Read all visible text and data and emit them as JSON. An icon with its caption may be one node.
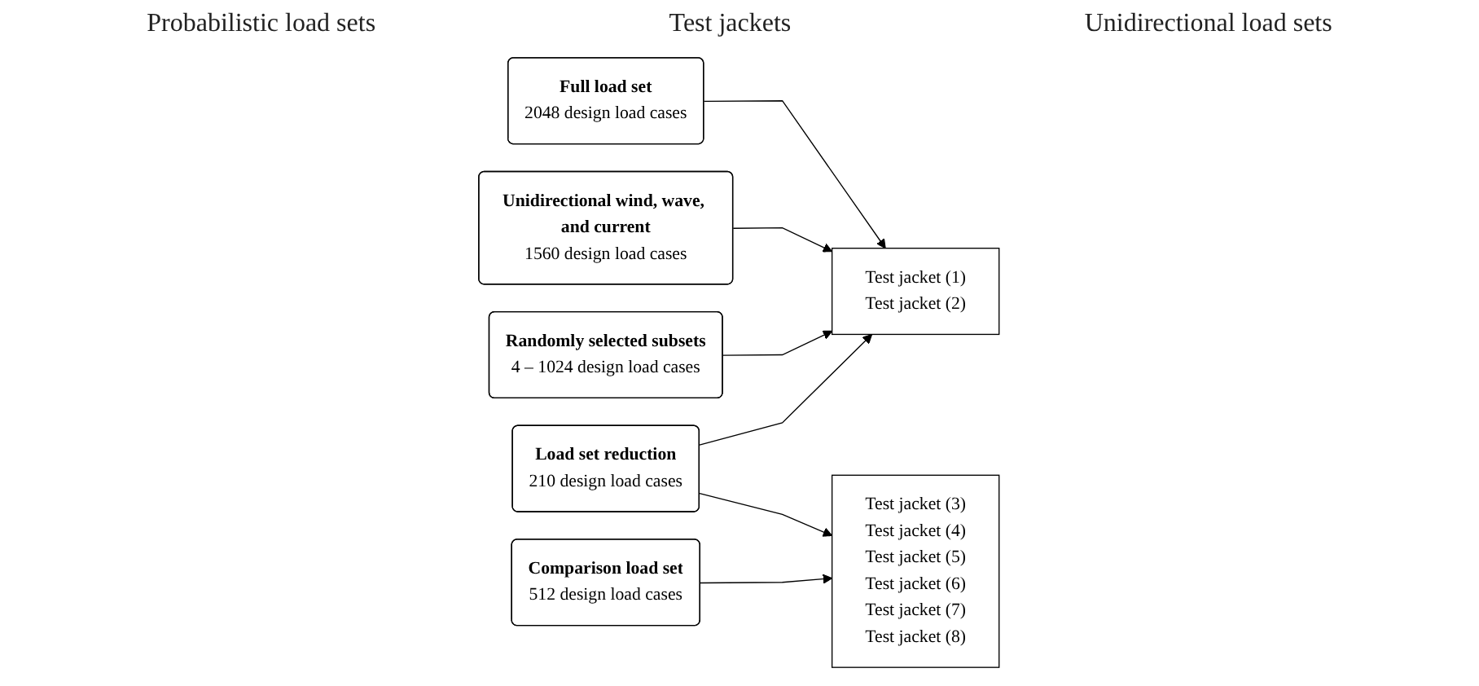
{
  "diagram": {
    "nodes": [
      {
        "text": [
          "Full load set",
          "2048 design load cases"
        ]
      },
      {
        "text": [
          "Test jacket (1)",
          "Test jacket (2)"
        ]
      },
      {
        "text": [
          "Unidirectional wind, wave, and current",
          "1560 design load cases"
        ]
      },
      {
        "text": [
          "Randomly selected subsets",
          "4 – 1024 design load cases"
        ]
      },
      {
        "text": [
          "Test jacket (3)",
          "Test jacket (4)",
          "Test jacket (5)",
          "Test jacket (6)",
          "Test jacket (7)",
          "Test jacket (8)"
        ]
      },
      {
        "text": [
          "Load set reduction",
          "210 design load cases"
        ]
      },
      {
        "text": [
          "Comparison load set",
          "512 design load cases"
        ]
      }
    ],
    "edges": [
      {
        "from": 0,
        "to": 1,
        "arrow": "to"
      },
      {
        "from": 2,
        "to": 1,
        "arrow": "to"
      },
      {
        "from": 3,
        "to": 1,
        "arrow": "to"
      },
      {
        "from": 5,
        "to": 1,
        "arrow": "to"
      },
      {
        "from": 5,
        "to": 4,
        "arrow": "to"
      },
      {
        "from": 6,
        "to": 4,
        "arrow": "to"
      }
    ],
    "labels": [
      "Probabilistic load sets",
      "Test jackets",
      "Unidirectional load sets"
    ]
  }
}
